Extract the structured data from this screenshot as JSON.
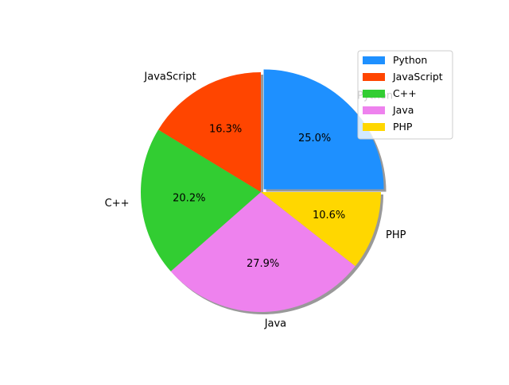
{
  "chart_data": {
    "type": "pie",
    "title": "",
    "categories": [
      "Python",
      "JavaScript",
      "C++",
      "Java",
      "PHP"
    ],
    "values": [
      25.0,
      16.3,
      20.2,
      27.9,
      10.6
    ],
    "percent_labels": [
      "25.0%",
      "16.3%",
      "20.2%",
      "27.9%",
      "10.6%"
    ],
    "colors": [
      "#1e90ff",
      "#ff4500",
      "#32cd32",
      "#ee82ee",
      "#ffd700"
    ],
    "exploded": [
      "Python"
    ],
    "shadow": true,
    "start_angle_deg": 0,
    "direction": "counterclockwise",
    "legend": {
      "position": "top-right",
      "entries": [
        "Python",
        "JavaScript",
        "C++",
        "Java",
        "PHP"
      ]
    }
  }
}
